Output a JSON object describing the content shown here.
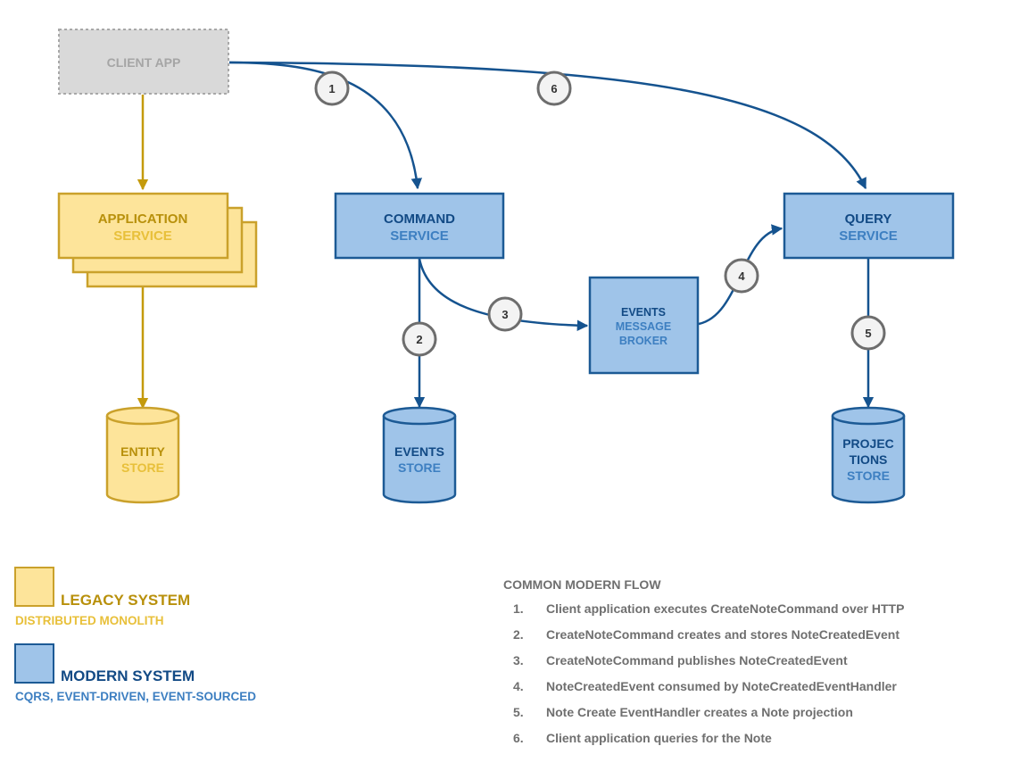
{
  "client": {
    "label": "CLIENT APP"
  },
  "application_service": {
    "line1": "APPLICATION",
    "line2": "SERVICE"
  },
  "command_service": {
    "line1": "COMMAND",
    "line2": "SERVICE"
  },
  "query_service": {
    "line1": "QUERY",
    "line2": "SERVICE"
  },
  "broker": {
    "line1": "EVENTS",
    "line2": "MESSAGE",
    "line3": "BROKER"
  },
  "entity_store": {
    "line1": "ENTITY",
    "line2": "STORE"
  },
  "events_store": {
    "line1": "EVENTS",
    "line2": "STORE"
  },
  "projections_store": {
    "line1": "PROJEC",
    "line2": "TIONS",
    "line3": "STORE"
  },
  "steps": {
    "s1": "1",
    "s2": "2",
    "s3": "3",
    "s4": "4",
    "s5": "5",
    "s6": "6"
  },
  "legend": {
    "legacy": {
      "title": "LEGACY SYSTEM",
      "subtitle": "DISTRIBUTED MONOLITH"
    },
    "modern": {
      "title": "MODERN SYSTEM",
      "subtitle": "CQRS, EVENT-DRIVEN, EVENT-SOURCED"
    }
  },
  "flow": {
    "title": "COMMON MODERN FLOW",
    "items": [
      {
        "number": "1.",
        "text": "Client application executes CreateNoteCommand over HTTP"
      },
      {
        "number": "2.",
        "text": "CreateNoteCommand creates and stores NoteCreatedEvent"
      },
      {
        "number": "3.",
        "text": "CreateNoteCommand publishes NoteCreatedEvent"
      },
      {
        "number": "4.",
        "text": "NoteCreatedEvent consumed by NoteCreatedEventHandler"
      },
      {
        "number": "5.",
        "text": "Note Create EventHandler creates a Note projection"
      },
      {
        "number": "6.",
        "text": "Client application queries for the Note"
      }
    ]
  },
  "colors": {
    "legacy_fill": "#fde49a",
    "legacy_stroke": "#caa12b",
    "legacy_dark_text": "#b8900b",
    "legacy_light_text": "#e8c03a",
    "modern_fill": "#9fc4e9",
    "modern_stroke": "#1c5a95",
    "modern_dark_text": "#124a85",
    "modern_light_text": "#3d7fc1",
    "client_fill": "#d9d9d9",
    "client_text": "#a5a5a5",
    "step_circle_fill": "#f3f3f3",
    "step_circle_stroke": "#6d6d6d",
    "flow_text": "#6f6f6f"
  }
}
